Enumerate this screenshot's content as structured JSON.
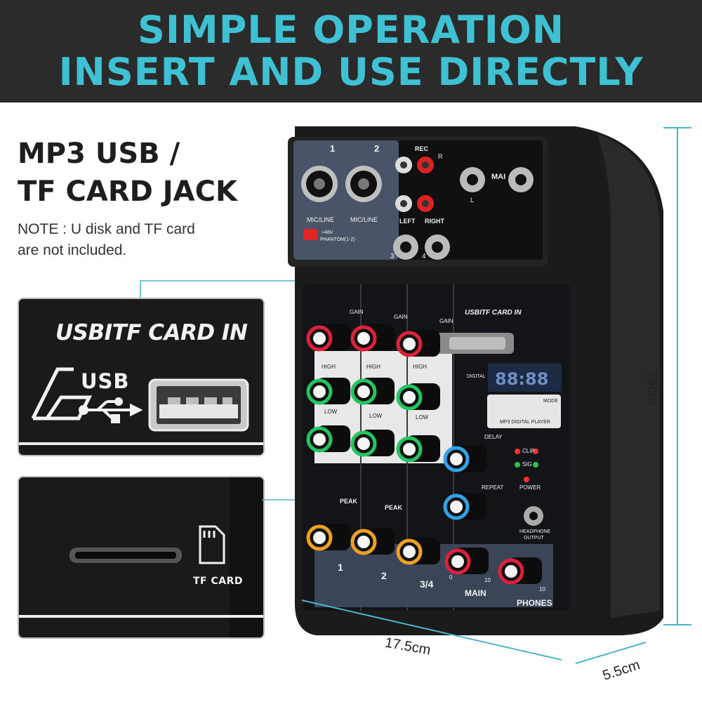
{
  "banner": {
    "line1": "SIMPLE OPERATION",
    "line2": "INSERT AND USE DIRECTLY"
  },
  "headline": {
    "line1": "MP3 USB /",
    "line2": "TF CARD JACK"
  },
  "note": {
    "line1": "NOTE : U disk and TF card",
    "line2": "are not included."
  },
  "usb_panel": {
    "title": "USBITF CARD IN",
    "usb_word": "USB"
  },
  "tf_panel": {
    "label": "TF CARD"
  },
  "dimensions": {
    "height": "18cm",
    "width": "17.5cm",
    "depth": "5.5cm"
  },
  "device": {
    "channel_1": "1",
    "channel_2": "2",
    "mic_line": "MIC/LINE",
    "rec": "REC",
    "r": "R",
    "left": "LEFT",
    "right": "RIGHT",
    "phantom": "+48V",
    "phantom_sub": "PHANTOM(1-2)",
    "main_jack": "MAI",
    "l": "L",
    "jack_3": "3",
    "jack_4": "4",
    "gain": "GAIN",
    "usbtf_in": "USBITF CARD IN",
    "high": "HIGH",
    "low": "LOW",
    "peak": "PEAK",
    "delay": "DELAY",
    "repeat": "REPEAT",
    "clip": "CLIP",
    "sig": "SIG",
    "power": "POWER",
    "headphone": "HEADPHONE",
    "output": "OUTPUT",
    "mp3_player": "MP3 DIGITAL PLAYER",
    "mode": "MODE",
    "digital": "DIGITAL",
    "bottom_1": "1",
    "bottom_2": "2",
    "bottom_34": "3/4",
    "bottom_main": "MAIN",
    "bottom_phones": "PHONES",
    "ten": "10",
    "zero": "0"
  },
  "colors": {
    "banner_bg": "#2b2b2b",
    "banner_text": "#3ec1d3",
    "dimension_line": "#4cb4c8",
    "knob_red": "#e0203a",
    "knob_green": "#22c55e",
    "knob_blue": "#2fa3e6",
    "knob_orange": "#f0a020"
  }
}
